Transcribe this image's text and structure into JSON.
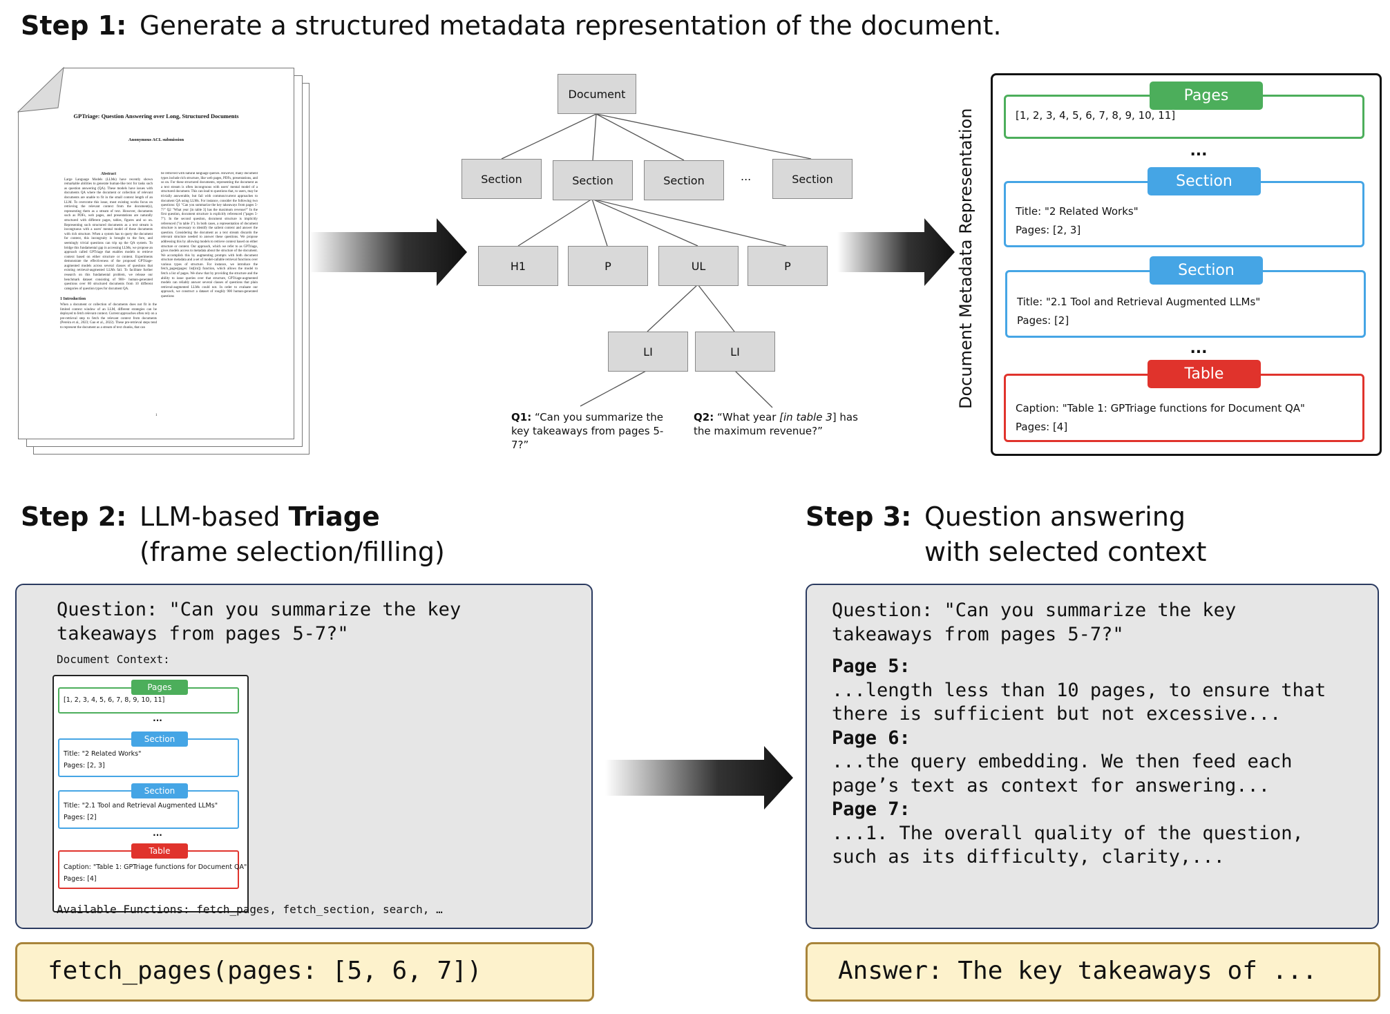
{
  "step1": {
    "label": "Step 1:",
    "title": "Generate a structured metadata representation of the document."
  },
  "step2": {
    "label": "Step 2:",
    "title_plain": "LLM-based ",
    "title_bold": "Triage",
    "subtitle": "(frame selection/filling)"
  },
  "step3": {
    "label": "Step 3:",
    "title": "Question answering",
    "subtitle": "with selected context"
  },
  "paper": {
    "title": "GPTriage: Question Answering over Long, Structured Documents",
    "author": "Anonymous ACL submission",
    "abstract_heading": "Abstract",
    "abstract_text": "Large Language Models (LLMs) have recently shown remarkable abilities to generate human-like text for tasks such as question answering (QA). These models have issues with documents QA where the document or collection of relevant documents are unable to fit in the small context length of an LLM. To overcome this issue, most existing works focus on retrieving the relevant context from the document(s), representing them as a stream of text. However, documents such as PDFs, web pages, and presentations are naturally structured with different pages, tables, figures and so on. Representing such structured documents as a text stream is incongruous with a users' mental model of these documents with rich structure. When a system has to query the document for context, this incongruity is brought to the fore, and seemingly trivial questions can trip up the QA system. To bridge this fundamental gap in accessing LLMs, we propose an approach called GPTriage that enables models to retrieve context based on either structure or content. Experiments demonstrate the effectiveness of the proposed GPTriage-augmented models across several classes of questions that existing retrieval-augmented LLMs fail. To facilitate further research on this fundamental problem, we release our benchmark dataset consisting of 900+ human-generated questions over 80 structured documents from 10 different categories of question types for document QA.",
    "intro_heading": "1   Introduction",
    "intro_text": "When a document or collection of documents does not fit in the limited context window of an LLM, different strategies can be deployed to fetch relevant context. Current approaches often rely on a pre-retrieval step to fetch the relevant context from documents (Pereira et al., 2023; Gao et al., 2022). These pre-retrieval steps tend to represent the document as a stream of text chunks, that can",
    "right_text": "be retrieved with natural language queries. However, many document types include rich structure, like web pages, PDFs, presentations, and so on. For these structured documents, representing the document as a text stream is often incongruous with users' mental model of a structured document. This can lead to questions that, to users, may be trivially answerable, but fail with common/current approaches to document QA using LLMs. For instance, consider the following two questions: Q1 \"Can you summarize the key takeaways from pages 5-7?\" Q2 \"What year [in table 3] has the maximum revenue?\" In the first question, document structure is explicitly referenced (\"pages 5-7\"). In the second question, document structure is implicitly referenced (\"in table 3\"). In both cases, a representation of document structure is necessary to identify the salient context and answer the question. Considering the document as a text stream discards the relevant structure needed to answer these questions. We propose addressing this by allowing models to retrieve context based on either structure or content. Our approach, which we refer to as GPTriage, gives models access to metadata about the structure of the document. We accomplish this by augmenting prompts with both document structure metadata and a set of model-callable retrieval functions over various types of structure. For instance, we introduce the fetch_pages(pages: list[int]) function, which allows the model to fetch a list of pages. We show that by providing the structure and the ability to issue queries over that structure, GPTriage-augmented models can reliably answer several classes of questions that plain retrieval-augmented LLMs could not. In order to evaluate our approach, we construct a dataset of roughly 900 human-generated questions",
    "page_num": "1"
  },
  "tree": {
    "root": "Document",
    "sections": [
      "Section",
      "Section",
      "Section",
      "...",
      "Section"
    ],
    "children": [
      "H1",
      "P",
      "UL",
      "P"
    ],
    "leaves": [
      "LI",
      "LI"
    ],
    "q1_label": "Q1:",
    "q1_text": "“Can you summarize the key takeaways from pages 5-7?”",
    "q2_label": "Q2:",
    "q2_text_before": "“What year ",
    "q2_text_italic": "[in table 3",
    "q2_text_after": "] has the maximum revenue?”"
  },
  "metadata": {
    "vertical_label": "Document Metadata Representation",
    "pages_label": "Pages",
    "pages_list": "[1, 2, 3, 4, 5, 6, 7, 8, 9, 10, 11]",
    "ellipsis": "...",
    "section1_label": "Section",
    "section1_title": "Title: \"2 Related Works\"",
    "section1_pages": "Pages: [2, 3]",
    "section2_label": "Section",
    "section2_title": "Title: \"2.1 Tool and Retrieval Augmented LLMs\"",
    "section2_pages": "Pages: [2]",
    "table_label": "Table",
    "table_caption": "Caption: \"Table 1: GPTriage functions for Document QA\"",
    "table_pages": "Pages: [4]"
  },
  "triage": {
    "question_line1": "Question: \"Can you summarize the key",
    "question_line2": "takeaways from pages 5-7?\"",
    "context_label": "Document Context:",
    "functions": "Available Functions: fetch_pages, fetch_section, search, …",
    "call": "fetch_pages(pages: [5, 6, 7])"
  },
  "qa": {
    "question_line1": "Question: \"Can you summarize the key",
    "question_line2": "takeaways from pages 5-7?\"",
    "page5_label": "Page 5:",
    "page5_line1": "...length less than 10 pages, to ensure that",
    "page5_line2": "there is sufficient but not excessive...",
    "page6_label": "Page 6:",
    "page6_line1": "...the query embedding. We then feed each",
    "page6_line2": "page’s text as context for answering...",
    "page7_label": "Page 7:",
    "page7_line1": "...1. The overall quality of the question,",
    "page7_line2": "such as its difficulty, clarity,...",
    "answer": "Answer: The key takeaways of ..."
  },
  "colors": {
    "pages_green": "#4cae5b",
    "section_blue": "#45a5e5",
    "table_red": "#e0332c",
    "panel_gray": "#e6e6e6",
    "answer_yellow": "#fdf2cc"
  }
}
